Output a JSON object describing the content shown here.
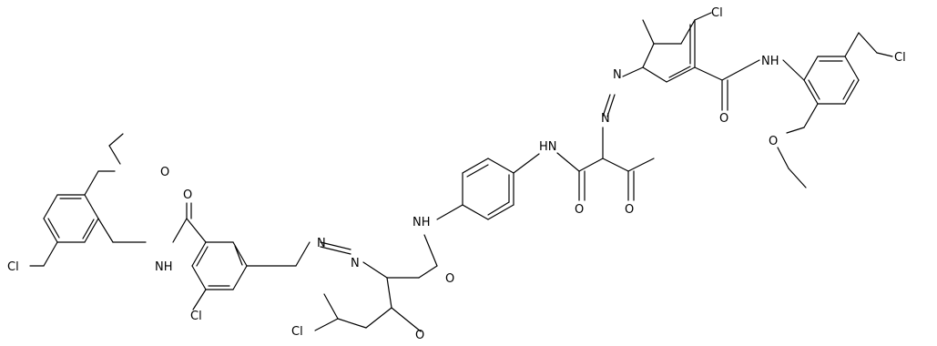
{
  "labels": {
    "cl_chloromethyl_left": "Cl",
    "o_ethoxy_left": "O",
    "o_amide_left": "O",
    "nh_amide_left": "NH",
    "cl_ring_left": "Cl",
    "n_azo_left_1": "N",
    "n_azo_left_2": "N",
    "o_amide_mid_left": "O",
    "nh_mid_left": "NH",
    "cl_chain": "Cl",
    "o_ketone_left": "O",
    "nh_mid_right": "HN",
    "o_amide_mid_right": "O",
    "o_ketone_right": "O",
    "n_azo_right_1": "N",
    "n_azo_right_2": "N",
    "cl_ring_right": "Cl",
    "nh_amide_right": "NH",
    "o_amide_right": "O",
    "o_ethoxy_right": "O",
    "cl_chloromethyl_right": "Cl"
  }
}
